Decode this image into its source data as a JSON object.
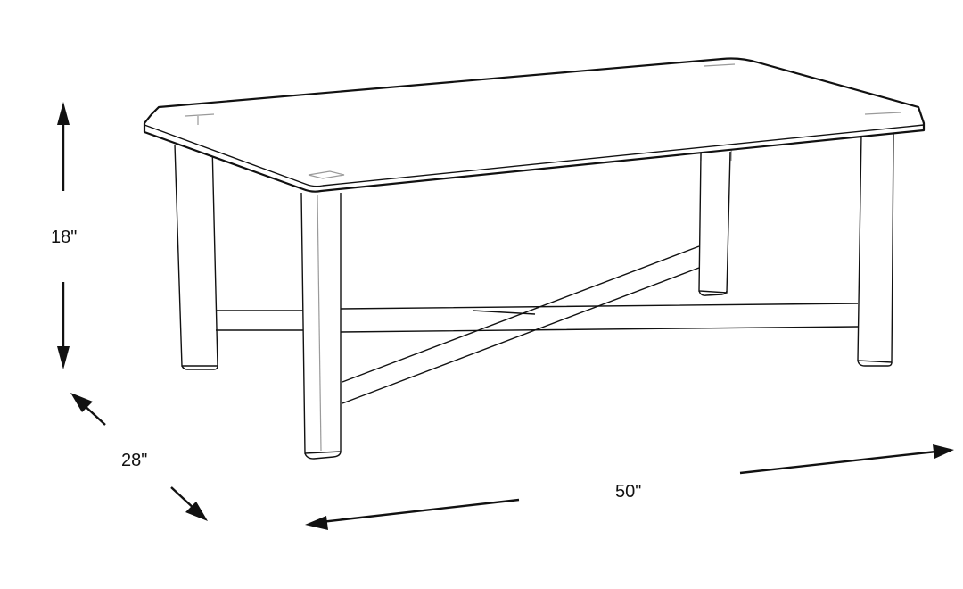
{
  "figure": {
    "subject": "Rectangular glass-top coffee table with metal base and X stretcher",
    "style": "line drawing",
    "colors": {
      "background": "#ffffff",
      "ink": "#111111",
      "hidden_lines": "#9a9a9a"
    }
  },
  "dimensions": {
    "height": {
      "label": "18\"",
      "value": 18,
      "unit": "in",
      "axis": "vertical"
    },
    "depth": {
      "label": "28\"",
      "value": 28,
      "unit": "in",
      "axis": "diagonal"
    },
    "width": {
      "label": "50\"",
      "value": 50,
      "unit": "in",
      "axis": "horizontal"
    }
  }
}
